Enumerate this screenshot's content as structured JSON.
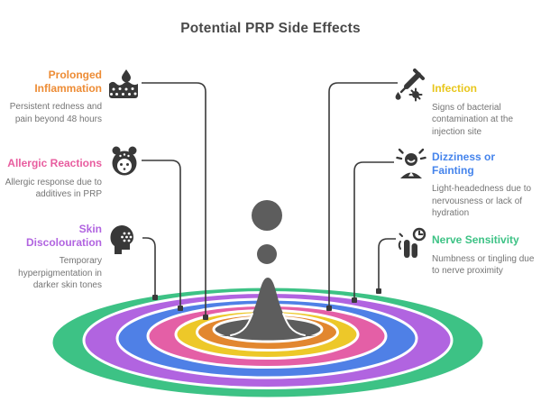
{
  "title": "Potential PRP Side Effects",
  "effects": {
    "left": [
      {
        "heading": "Prolonged Inflammation",
        "description": "Persistent redness and pain beyond 48 hours",
        "color": "#ed8c35",
        "icon": "inflammation-icon"
      },
      {
        "heading": "Allergic Reactions",
        "description": "Allergic response due to additives in PRP",
        "color": "#e85d9f",
        "icon": "allergic-face-icon"
      },
      {
        "heading": "Skin Discolouration",
        "description": "Temporary hyperpigmentation in darker skin tones",
        "color": "#b164e0",
        "icon": "skin-discolouration-icon"
      }
    ],
    "right": [
      {
        "heading": "Infection",
        "description": "Signs of bacterial contamination at the injection site",
        "color": "#e8c61b",
        "icon": "infection-dropper-icon"
      },
      {
        "heading": "Dizziness or Fainting",
        "description": "Light-headedness due to nervousness or lack of hydration",
        "color": "#4584ec",
        "icon": "dizziness-person-icon"
      },
      {
        "heading": "Nerve Sensitivity",
        "description": "Numbness or tingling due to nerve proximity",
        "color": "#3dc285",
        "icon": "nerve-fingers-clock-icon"
      }
    ]
  },
  "ripple": {
    "ring_colors_outer_to_inner": [
      "#3dc285",
      "#b164e0",
      "#4f80e6",
      "#e45fa6",
      "#edc829",
      "#e2872f"
    ],
    "center_color": "#5d5d5d",
    "droplet_color": "#5d5d5d",
    "connector_color": "#3a3a3a"
  },
  "text_colors": {
    "title": "#4a4a4a",
    "description": "#757575"
  }
}
